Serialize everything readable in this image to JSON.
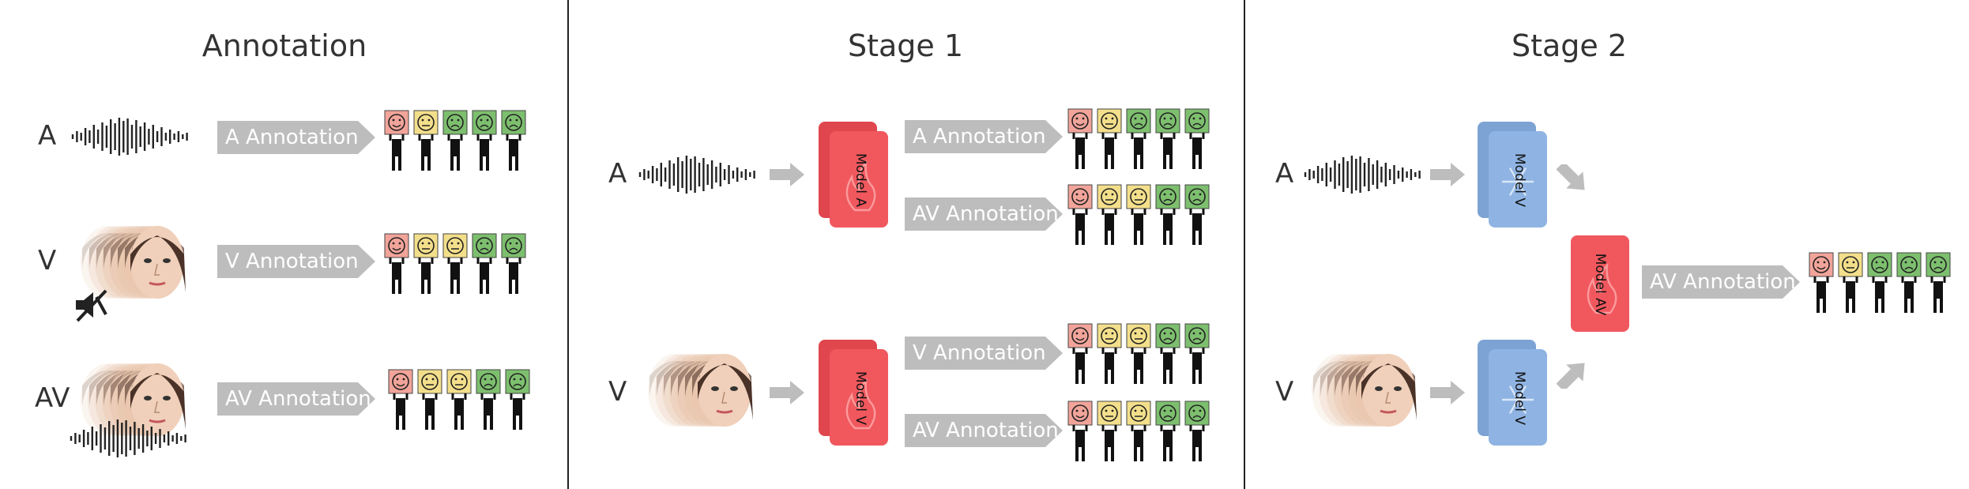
{
  "panels": {
    "annotation": {
      "title": "Annotation",
      "rows": [
        {
          "letter": "A",
          "label": "A Annotation",
          "faces": [
            "happy",
            "neutral",
            "sad",
            "sad",
            "sad"
          ]
        },
        {
          "letter": "V",
          "label": "V Annotation",
          "faces": [
            "happy",
            "neutral",
            "neutral",
            "sad",
            "sad"
          ]
        },
        {
          "letter": "AV",
          "label": "AV Annotation",
          "faces": [
            "happy",
            "neutral",
            "neutral",
            "sad",
            "sad"
          ]
        }
      ]
    },
    "stage1": {
      "title": "Stage 1",
      "inputs": [
        {
          "letter": "A"
        },
        {
          "letter": "V"
        }
      ],
      "models": [
        {
          "name": "Model A"
        },
        {
          "name": "Model V"
        }
      ],
      "labels": [
        {
          "label": "A Annotation",
          "faces": [
            "happy",
            "neutral",
            "sad",
            "sad",
            "sad"
          ]
        },
        {
          "label": "AV Annotation",
          "faces": [
            "happy",
            "neutral",
            "neutral",
            "sad",
            "sad"
          ]
        },
        {
          "label": "V Annotation",
          "faces": [
            "happy",
            "neutral",
            "neutral",
            "sad",
            "sad"
          ]
        },
        {
          "label": "AV Annotation",
          "faces": [
            "happy",
            "neutral",
            "neutral",
            "sad",
            "sad"
          ]
        }
      ]
    },
    "stage2": {
      "title": "Stage 2",
      "inputs": [
        {
          "letter": "A"
        },
        {
          "letter": "V"
        }
      ],
      "models": [
        {
          "name": "Model V"
        },
        {
          "name": "Model V"
        },
        {
          "name": "Model AV"
        }
      ],
      "labels": [
        {
          "label": "AV Annotation",
          "faces": [
            "happy",
            "neutral",
            "sad",
            "sad",
            "sad"
          ]
        }
      ]
    }
  },
  "colors": {
    "happy": "#f2a49a",
    "neutral": "#f3df8b",
    "sad": "#7dbf6e",
    "trainable": "#f0585e",
    "frozen": "#8fb4e3",
    "arrow": "#bdbdbd"
  },
  "icons": [
    "fire-icon",
    "snowflake-icon",
    "mute-icon",
    "waveform-icon",
    "face-icon",
    "person-icon"
  ]
}
